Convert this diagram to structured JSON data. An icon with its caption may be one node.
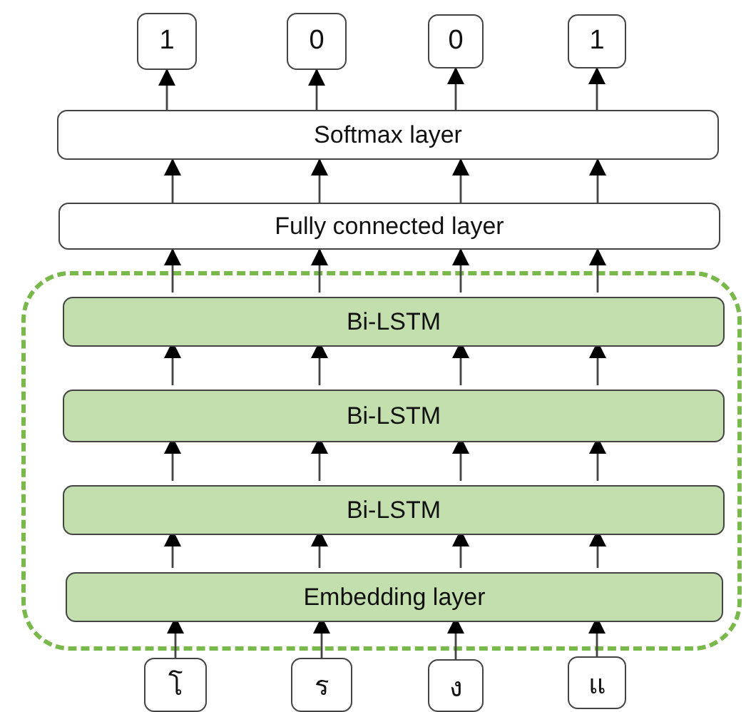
{
  "diagram": {
    "nodes": [
      {
        "text": [
          "1"
        ]
      },
      {
        "text": [
          "0"
        ]
      },
      {
        "text": [
          "0"
        ]
      },
      {
        "text": [
          "1"
        ]
      },
      {
        "text": [
          "Softmax layer"
        ]
      },
      {
        "text": [
          "Fully connected layer"
        ]
      },
      {
        "text": [],
        "shape": "box"
      },
      {
        "text": [
          "Bi-LSTM"
        ],
        "in": 6
      },
      {
        "text": [
          "Bi-LSTM"
        ],
        "in": 6
      },
      {
        "text": [
          "Bi-LSTM"
        ],
        "in": 6
      },
      {
        "text": [
          "Embedding layer"
        ],
        "in": 6
      },
      {
        "text": [
          "โ"
        ]
      },
      {
        "text": [
          "ร"
        ]
      },
      {
        "text": [
          "ง"
        ]
      },
      {
        "text": [
          "แ"
        ]
      }
    ],
    "edges": [
      {
        "from": 11,
        "to": 10,
        "arrow": "to"
      },
      {
        "from": 12,
        "to": 10,
        "arrow": "to"
      },
      {
        "from": 13,
        "to": 10,
        "arrow": "to"
      },
      {
        "from": 14,
        "to": 10,
        "arrow": "to"
      },
      {
        "from": 10,
        "to": 9,
        "arrow": "to"
      },
      {
        "from": 10,
        "to": 9,
        "arrow": "to"
      },
      {
        "from": 10,
        "to": 9,
        "arrow": "to"
      },
      {
        "from": 10,
        "to": 9,
        "arrow": "to"
      },
      {
        "from": 9,
        "to": 8,
        "arrow": "to"
      },
      {
        "from": 9,
        "to": 8,
        "arrow": "to"
      },
      {
        "from": 9,
        "to": 8,
        "arrow": "to"
      },
      {
        "from": 9,
        "to": 8,
        "arrow": "to"
      },
      {
        "from": 8,
        "to": 7,
        "arrow": "to"
      },
      {
        "from": 8,
        "to": 7,
        "arrow": "to"
      },
      {
        "from": 8,
        "to": 7,
        "arrow": "to"
      },
      {
        "from": 8,
        "to": 7,
        "arrow": "to"
      },
      {
        "from": 7,
        "to": 5,
        "arrow": "to"
      },
      {
        "from": 7,
        "to": 5,
        "arrow": "to"
      },
      {
        "from": 7,
        "to": 5,
        "arrow": "to"
      },
      {
        "from": 7,
        "to": 5,
        "arrow": "to"
      },
      {
        "from": 5,
        "to": 4,
        "arrow": "to"
      },
      {
        "from": 5,
        "to": 4,
        "arrow": "to"
      },
      {
        "from": 5,
        "to": 4,
        "arrow": "to"
      },
      {
        "from": 5,
        "to": 4,
        "arrow": "to"
      },
      {
        "from": 4,
        "to": 0,
        "arrow": "to"
      },
      {
        "from": 4,
        "to": 1,
        "arrow": "to"
      },
      {
        "from": 4,
        "to": 2,
        "arrow": "to"
      },
      {
        "from": 4,
        "to": 3,
        "arrow": "to"
      }
    ]
  }
}
